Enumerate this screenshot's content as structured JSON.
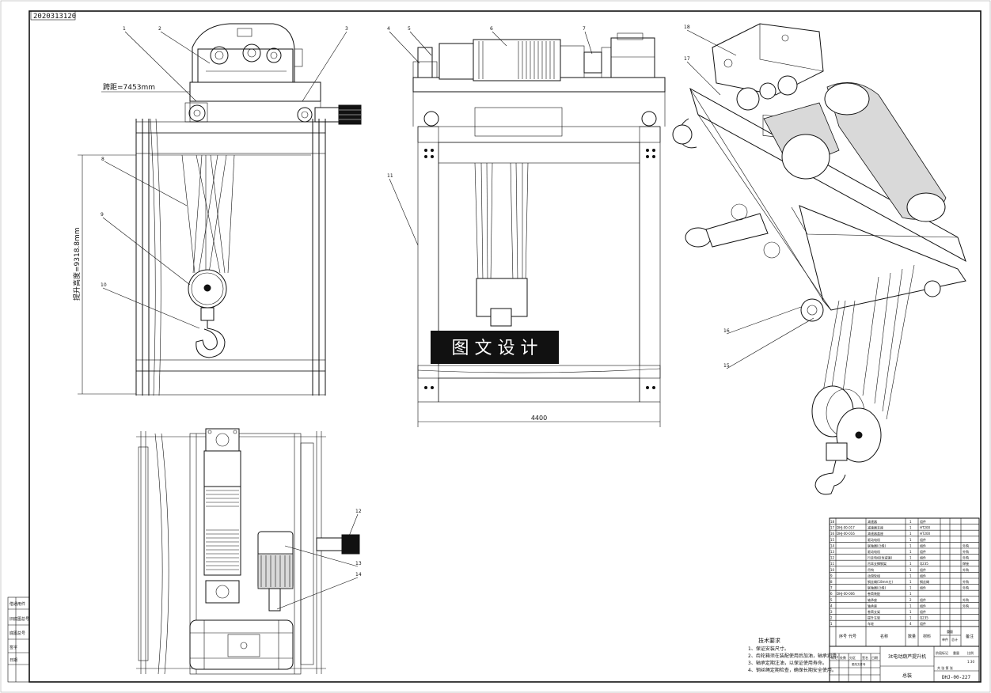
{
  "drawing": {
    "sheet_code": "2020313120",
    "watermark": "图 文 设 计",
    "title": "3t电动葫芦提升机",
    "drawing_no": "DHJ-00-227",
    "assembly_label": "总装"
  },
  "dimensions": {
    "span": "跨距=7453mm",
    "lift_height": "提升高度=9318.8mm",
    "width": "4400"
  },
  "callouts": [
    "1",
    "2",
    "3",
    "4",
    "5",
    "6",
    "7",
    "8",
    "9",
    "10",
    "11",
    "12",
    "13",
    "14",
    "15",
    "16",
    "17",
    "18"
  ],
  "tech_requirements": {
    "heading": "技术要求",
    "items": [
      "1、保证安装尺寸。",
      "2、齿轮箱须在装配使用后加油，轴承润滑。",
      "3、轴承定期注油，以保证使用寿命。",
      "4、钢丝绳定期检查，确保长期安全使用。"
    ]
  },
  "bom": {
    "header": [
      "序号",
      "代号",
      "名称",
      "数量",
      "材料",
      "单件",
      "总计",
      "备注"
    ],
    "header_sub": "重量",
    "rows": [
      {
        "no": "18",
        "code": "",
        "name": "减速器",
        "qty": "1",
        "mat": "组件",
        "note": ""
      },
      {
        "no": "17",
        "code": "DHJ-00-017",
        "name": "减速器支座",
        "qty": "1",
        "mat": "HT200",
        "note": ""
      },
      {
        "no": "16",
        "code": "DHJ-00-016",
        "name": "减速器盖座",
        "qty": "1",
        "mat": "HT200",
        "note": ""
      },
      {
        "no": "15",
        "code": "",
        "name": "驱动电机",
        "qty": "1",
        "mat": "组件",
        "note": ""
      },
      {
        "no": "14",
        "code": "",
        "name": "联轴器(凸缘)",
        "qty": "1",
        "mat": "组件",
        "note": "外购"
      },
      {
        "no": "13",
        "code": "",
        "name": "驱动电机",
        "qty": "1",
        "mat": "组件",
        "note": "外购"
      },
      {
        "no": "12",
        "code": "",
        "name": "行走电机(含减速)",
        "qty": "1",
        "mat": "组件",
        "note": "外购"
      },
      {
        "no": "11",
        "code": "",
        "name": "吊耳支撑钢架",
        "qty": "1",
        "mat": "Q235",
        "note": "焊接"
      },
      {
        "no": "10",
        "code": "",
        "name": "吊钩",
        "qty": "1",
        "mat": "组件",
        "note": "外购"
      },
      {
        "no": "9",
        "code": "",
        "name": "动滑轮组",
        "qty": "1",
        "mat": "组件",
        "note": ""
      },
      {
        "no": "8",
        "code": "",
        "name": "钢丝绳(18mm左)",
        "qty": "1",
        "mat": "钢丝绳",
        "note": "外购"
      },
      {
        "no": "7",
        "code": "",
        "name": "联轴器(凸缘)",
        "qty": "1",
        "mat": "组件",
        "note": "外购"
      },
      {
        "no": "6",
        "code": "DHJ-00-006",
        "name": "卷筒装配",
        "qty": "1",
        "mat": "",
        "note": ""
      },
      {
        "no": "5",
        "code": "",
        "name": "轴承座",
        "qty": "2",
        "mat": "组件",
        "note": "外购"
      },
      {
        "no": "4",
        "code": "",
        "name": "轴承座",
        "qty": "1",
        "mat": "组件",
        "note": "外购"
      },
      {
        "no": "3",
        "code": "",
        "name": "卷筒支架",
        "qty": "1",
        "mat": "组件",
        "note": ""
      },
      {
        "no": "2",
        "code": "",
        "name": "提升车架",
        "qty": "1",
        "mat": "Q235",
        "note": ""
      },
      {
        "no": "1",
        "code": "",
        "name": "车轮",
        "qty": "4",
        "mat": "组件",
        "note": ""
      }
    ]
  },
  "title_block": {
    "left_labels": [
      "标记",
      "处数",
      "分区",
      "更改文件号",
      "签名",
      "日期"
    ],
    "right_labels": [
      "阶段标记",
      "重量",
      "比例"
    ],
    "scale": "1:30",
    "sheet": "共 张 第 张"
  },
  "left_stamp": [
    "借通用件",
    "旧底图总号",
    "底图总号",
    "签字",
    "日期"
  ]
}
